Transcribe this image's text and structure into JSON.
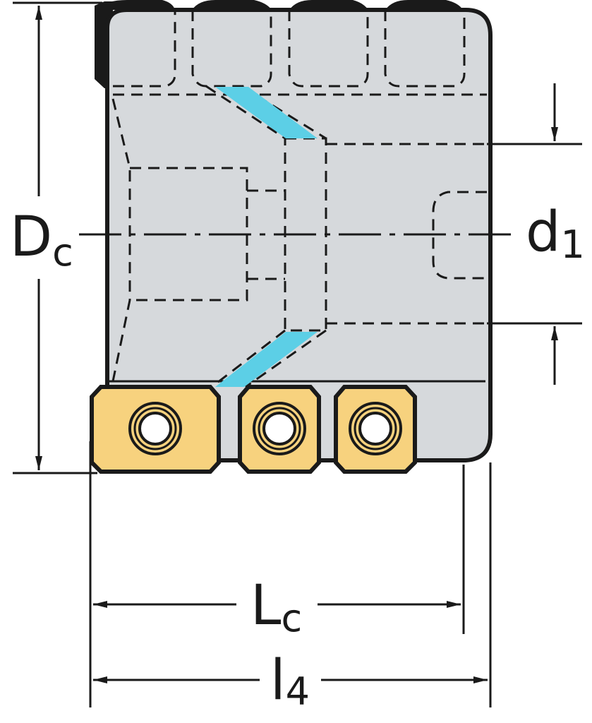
{
  "dimensions": {
    "dc": {
      "main": "D",
      "sub": "c"
    },
    "d1": {
      "main": "d",
      "sub": "1"
    },
    "lc": {
      "main": "L",
      "sub": "c"
    },
    "l4": {
      "main": "l",
      "sub": "4"
    }
  },
  "colors": {
    "body": "#d6d9dc",
    "outline": "#1a1a1a",
    "coolant": "#5ccfe6",
    "insert": "#f7d27e",
    "background": "#ffffff"
  }
}
